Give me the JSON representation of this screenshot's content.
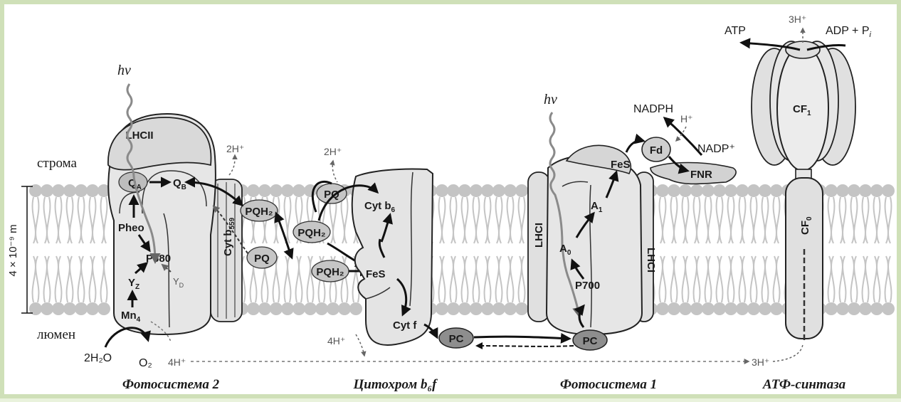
{
  "labels": {
    "stroma": "строма",
    "lumen": "люмен",
    "thickness": "4 × 10⁻⁹ m"
  },
  "captions": {
    "ps2": "Фотосистема 2",
    "cytb6f": "Цитохром b₆f",
    "ps1": "Фотосистема 1",
    "atp_synthase": "АТФ-синтаза"
  },
  "ps2": {
    "hv": "hν",
    "lhc": "LHCII",
    "qa": "Q",
    "qa_sub": "A",
    "qb": "Q",
    "qb_sub": "B",
    "pheo": "Pheo",
    "p680": "P680",
    "yz": "Y",
    "yz_sub": "Z",
    "yd": "Y",
    "yd_sub": "D",
    "mn": "Mn",
    "mn_sub": "4",
    "cyt": "Cyt b",
    "cyt_sub": "559",
    "h_out": "2H⁺",
    "water": "2H₂O",
    "o2": "O₂",
    "h_in": "4H⁺"
  },
  "pool": {
    "pqh2_a": "PQH₂",
    "pq_a": "PQ",
    "pqh2_b": "PQH₂",
    "pqh2_c": "PQH₂",
    "pq_b": "PQ"
  },
  "cytb6f": {
    "h_out": "2H⁺",
    "cytb6": "Cyt b",
    "cytb6_sub": "6",
    "fes": "FeS",
    "cytf": "Cyt f",
    "h_in": "4H⁺",
    "pc": "PC"
  },
  "ps1": {
    "hv": "hν",
    "lhc_left": "LHCI",
    "lhc_right": "LHCI",
    "fes": "FeS",
    "fd": "Fd",
    "fnr": "FNR",
    "a1": "A",
    "a1_sub": "1",
    "a0": "A",
    "a0_sub": "0",
    "p700": "P700",
    "pc": "PC",
    "nadph": "NADPH",
    "nadp": "NADP⁺",
    "h": "H⁺"
  },
  "atp": {
    "atp": "ATP",
    "h_top": "3H⁺",
    "adp": "ADP + P",
    "adp_sub": "i",
    "cf1": "CF",
    "cf1_sub": "1",
    "cf0": "CF",
    "cf0_sub": "0",
    "h_in": "3H⁺"
  },
  "colors": {
    "background": "#e9f2dc",
    "frame": "#cfe0b8",
    "membrane_lipid": "#c4c4c4",
    "protein": "#e2e2e2",
    "cofactor_oval": "#b8b8b8",
    "pc": "#8e8e8e"
  }
}
